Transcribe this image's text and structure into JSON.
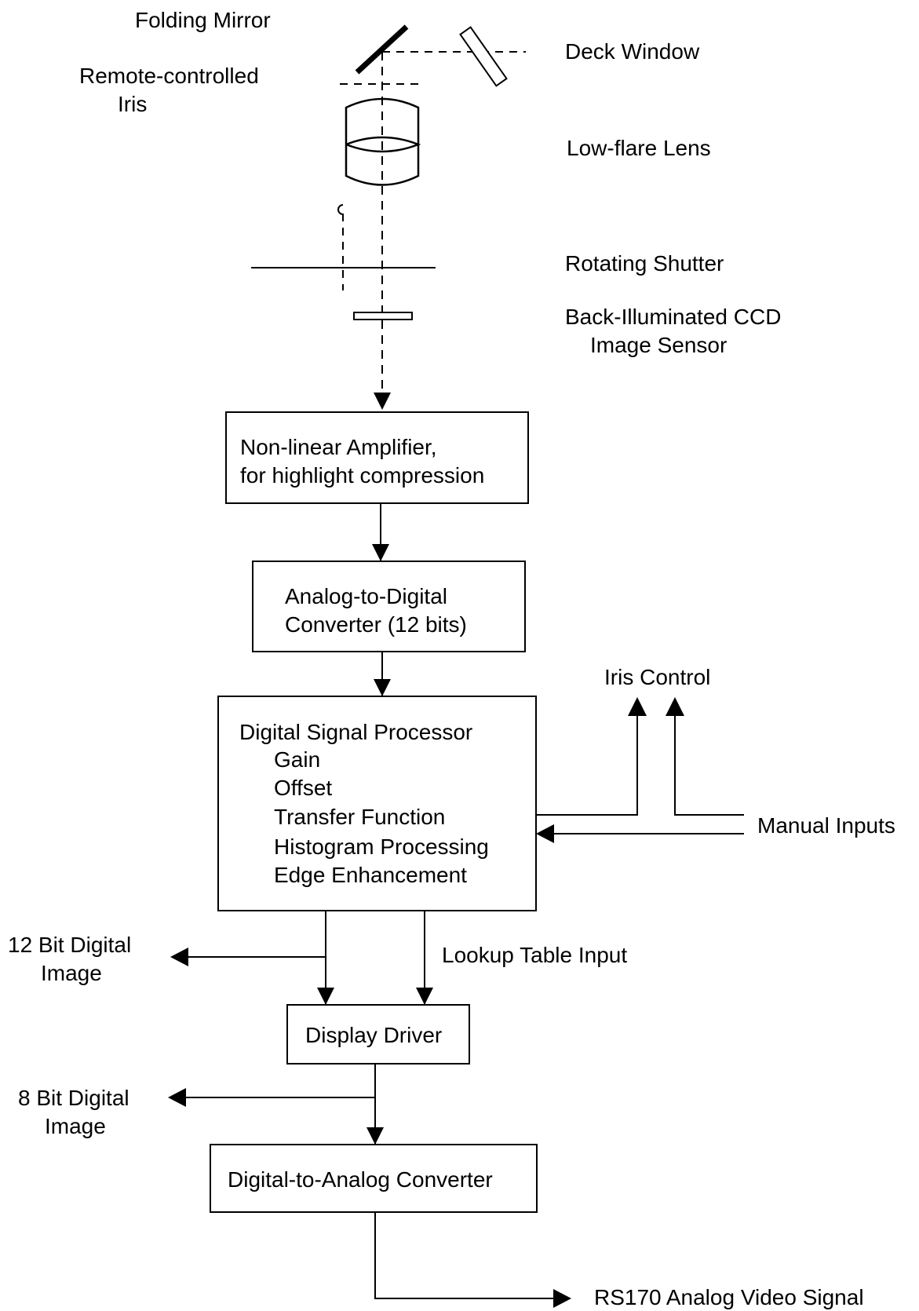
{
  "optics": {
    "folding_mirror": "Folding Mirror",
    "deck_window": "Deck Window",
    "iris_line1": "Remote-controlled",
    "iris_line2": "Iris",
    "lens": "Low-flare Lens",
    "shutter": "Rotating Shutter",
    "ccd_line1": "Back-Illuminated CCD",
    "ccd_line2": "Image Sensor"
  },
  "blocks": {
    "amplifier": [
      "Non-linear Amplifier,",
      "for highlight compression"
    ],
    "adc": [
      "Analog-to-Digital",
      "Converter (12 bits)"
    ],
    "dsp": {
      "title": "Digital Signal Processor",
      "functions": [
        "Gain",
        "Offset",
        "Transfer Function",
        "Histogram Processing",
        "Edge Enhancement"
      ]
    },
    "display_driver": "Display Driver",
    "dac": "Digital-to-Analog Converter"
  },
  "signals": {
    "iris_control": "Iris Control",
    "manual_inputs": "Manual Inputs",
    "digital_12_line1": "12 Bit Digital",
    "digital_12_line2": "Image",
    "lookup_table": "Lookup Table Input",
    "digital_8_line1": "8 Bit Digital",
    "digital_8_line2": "Image",
    "output": "RS170 Analog Video Signal"
  }
}
